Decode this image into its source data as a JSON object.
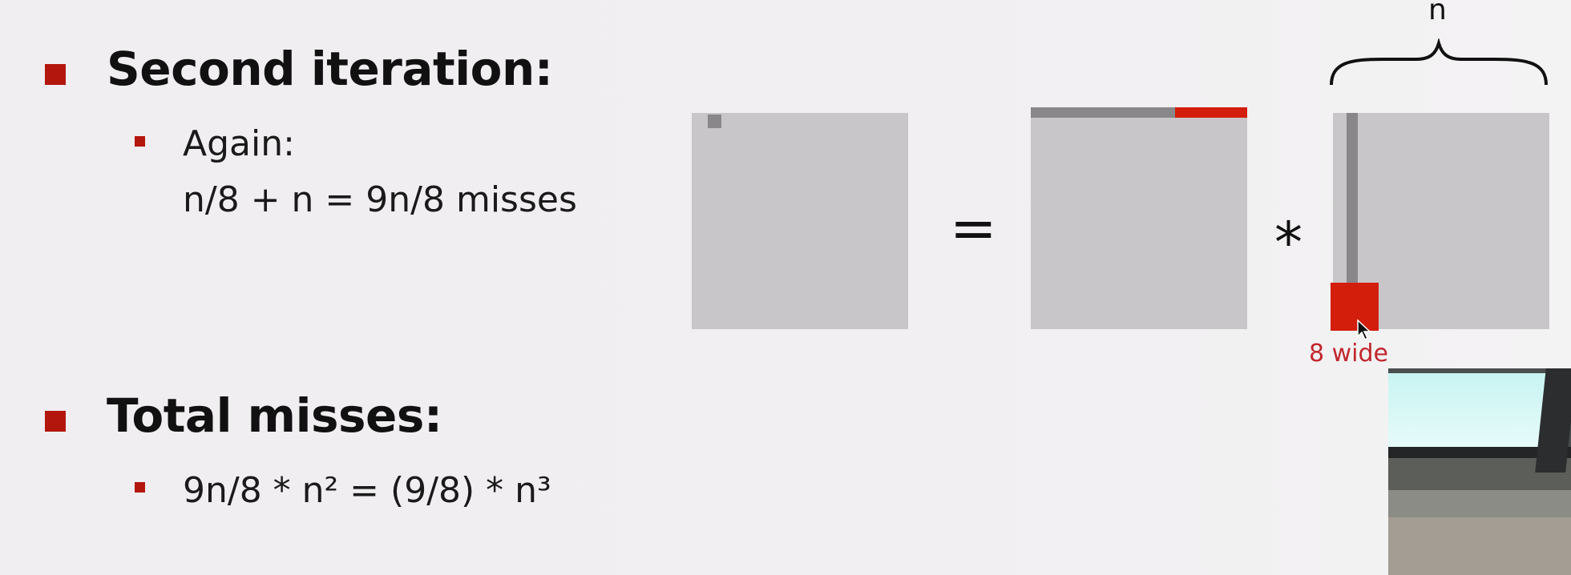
{
  "section1": {
    "heading": "Second iteration:",
    "sub_line1": "Again:",
    "sub_line2": "n/8 + n = 9n/8 misses"
  },
  "section2": {
    "heading": "Total misses:",
    "formula": "9n/8 * n² = (9/8) * n³"
  },
  "diagram": {
    "equals": "=",
    "times": "*",
    "brace_label": "n",
    "block_label": "8 wide"
  },
  "colors": {
    "accent": "#b3160d",
    "highlight": "#d21e0a",
    "matrix_fill": "#c9c6ca",
    "access_gray": "#8a878b"
  }
}
